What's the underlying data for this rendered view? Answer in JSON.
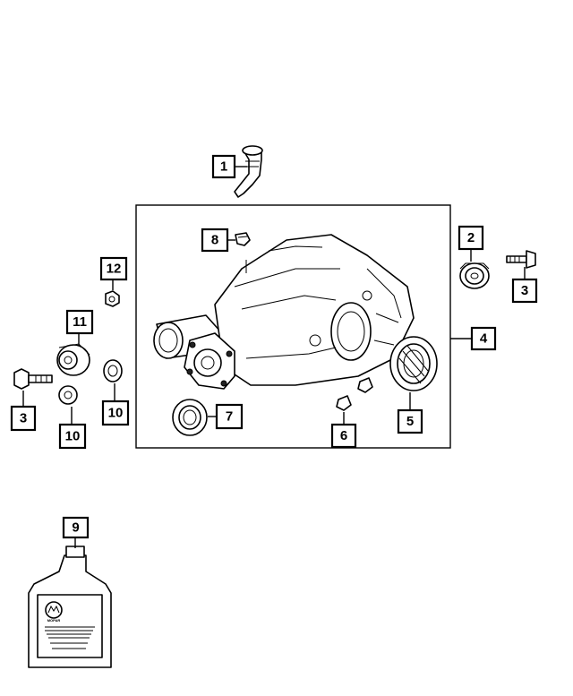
{
  "callouts": {
    "c1": "1",
    "c2": "2",
    "c3_right": "3",
    "c3_left": "3",
    "c4": "4",
    "c5": "5",
    "c6": "6",
    "c7": "7",
    "c8": "8",
    "c9": "9",
    "c10_right": "10",
    "c10_left": "10",
    "c11": "11",
    "c12": "12"
  },
  "bottle": {
    "brand": "MOPAR"
  }
}
